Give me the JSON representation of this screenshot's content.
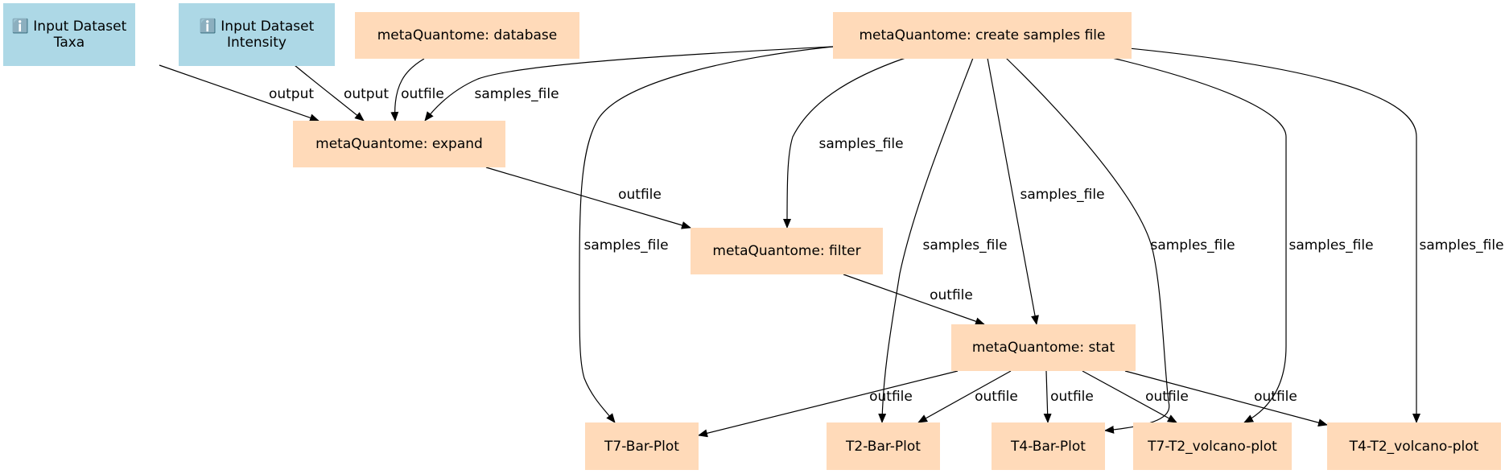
{
  "diagram": {
    "nodes": [
      {
        "id": "input_taxa",
        "kind": "input",
        "icon": "ℹ️",
        "lines": [
          "Input Dataset",
          "Taxa"
        ]
      },
      {
        "id": "input_intensity",
        "kind": "input",
        "icon": "ℹ️",
        "lines": [
          "Input Dataset",
          "Intensity"
        ]
      },
      {
        "id": "database",
        "kind": "tool",
        "lines": [
          "metaQuantome: database"
        ]
      },
      {
        "id": "create_samples",
        "kind": "tool",
        "lines": [
          "metaQuantome: create samples file"
        ]
      },
      {
        "id": "expand",
        "kind": "tool",
        "lines": [
          "metaQuantome: expand"
        ]
      },
      {
        "id": "filter",
        "kind": "tool",
        "lines": [
          "metaQuantome: filter"
        ]
      },
      {
        "id": "stat",
        "kind": "tool",
        "lines": [
          "metaQuantome: stat"
        ]
      },
      {
        "id": "t7_bar",
        "kind": "tool",
        "lines": [
          "T7-Bar-Plot"
        ]
      },
      {
        "id": "t2_bar",
        "kind": "tool",
        "lines": [
          "T2-Bar-Plot"
        ]
      },
      {
        "id": "t4_bar",
        "kind": "tool",
        "lines": [
          "T4-Bar-Plot"
        ]
      },
      {
        "id": "t7_t2_volcano",
        "kind": "tool",
        "lines": [
          "T7-T2_volcano-plot"
        ]
      },
      {
        "id": "t4_t2_volcano",
        "kind": "tool",
        "lines": [
          "T4-T2_volcano-plot"
        ]
      }
    ],
    "edges": [
      {
        "id": "e1",
        "from": "input_taxa",
        "to": "expand",
        "label": "output"
      },
      {
        "id": "e2",
        "from": "input_intensity",
        "to": "expand",
        "label": "output"
      },
      {
        "id": "e3",
        "from": "database",
        "to": "expand",
        "label": "outfile"
      },
      {
        "id": "e4",
        "from": "create_samples",
        "to": "expand",
        "label": "samples_file"
      },
      {
        "id": "e5",
        "from": "expand",
        "to": "filter",
        "label": "outfile"
      },
      {
        "id": "e6",
        "from": "create_samples",
        "to": "filter",
        "label": "samples_file"
      },
      {
        "id": "e7",
        "from": "filter",
        "to": "stat",
        "label": "outfile"
      },
      {
        "id": "e8",
        "from": "create_samples",
        "to": "stat",
        "label": "samples_file"
      },
      {
        "id": "e9",
        "from": "create_samples",
        "to": "t7_bar",
        "label": "samples_file"
      },
      {
        "id": "e10",
        "from": "create_samples",
        "to": "t2_bar",
        "label": "samples_file"
      },
      {
        "id": "e11",
        "from": "create_samples",
        "to": "t4_bar",
        "label": "samples_file"
      },
      {
        "id": "e12",
        "from": "create_samples",
        "to": "t7_t2_volcano",
        "label": "samples_file"
      },
      {
        "id": "e13",
        "from": "create_samples",
        "to": "t4_t2_volcano",
        "label": "samples_file"
      },
      {
        "id": "e14",
        "from": "stat",
        "to": "t7_bar",
        "label": "outfile"
      },
      {
        "id": "e15",
        "from": "stat",
        "to": "t2_bar",
        "label": "outfile"
      },
      {
        "id": "e16",
        "from": "stat",
        "to": "t4_bar",
        "label": "outfile"
      },
      {
        "id": "e17",
        "from": "stat",
        "to": "t7_t2_volcano",
        "label": "outfile"
      },
      {
        "id": "e18",
        "from": "stat",
        "to": "t4_t2_volcano",
        "label": "outfile"
      }
    ],
    "colors": {
      "input": "#add8e6",
      "tool": "#ffdab9",
      "edge": "#000000"
    }
  }
}
